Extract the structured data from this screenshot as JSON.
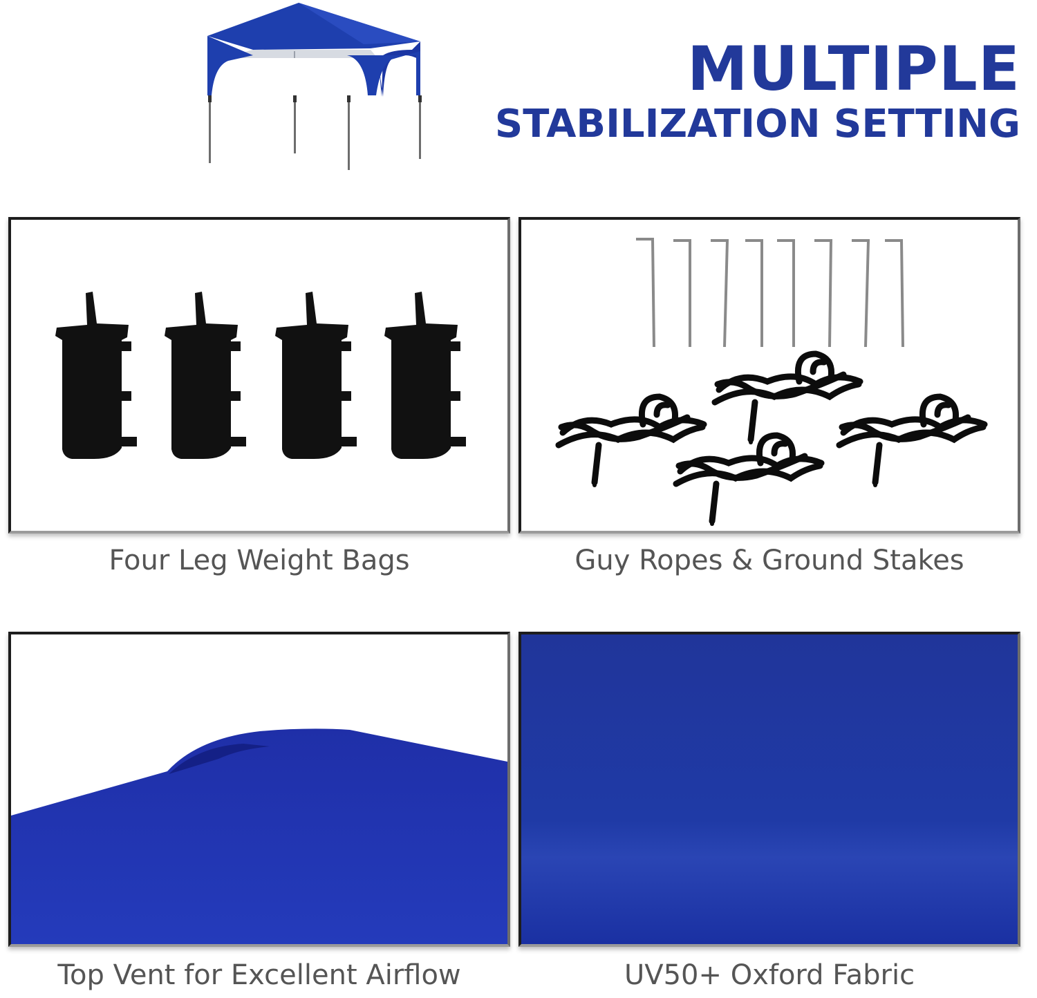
{
  "headline": {
    "line1": "MULTIPLE",
    "line2": "STABILIZATION SETTING"
  },
  "panels": [
    {
      "caption": "Four Leg Weight Bags",
      "image": "four black leg weight bags"
    },
    {
      "caption": "Guy Ropes & Ground Stakes",
      "image": "eight metal ground stakes and four coiled black guy ropes"
    },
    {
      "caption": "Top Vent for Excellent Airflow",
      "image": "blue canopy top vent close-up"
    },
    {
      "caption": "UV50+ Oxford Fabric",
      "image": "blue oxford fabric close-up"
    }
  ],
  "colors": {
    "headline": "#22399a",
    "canopy": "#1f3fb0",
    "fabric": "#22379c",
    "caption": "#555555"
  }
}
